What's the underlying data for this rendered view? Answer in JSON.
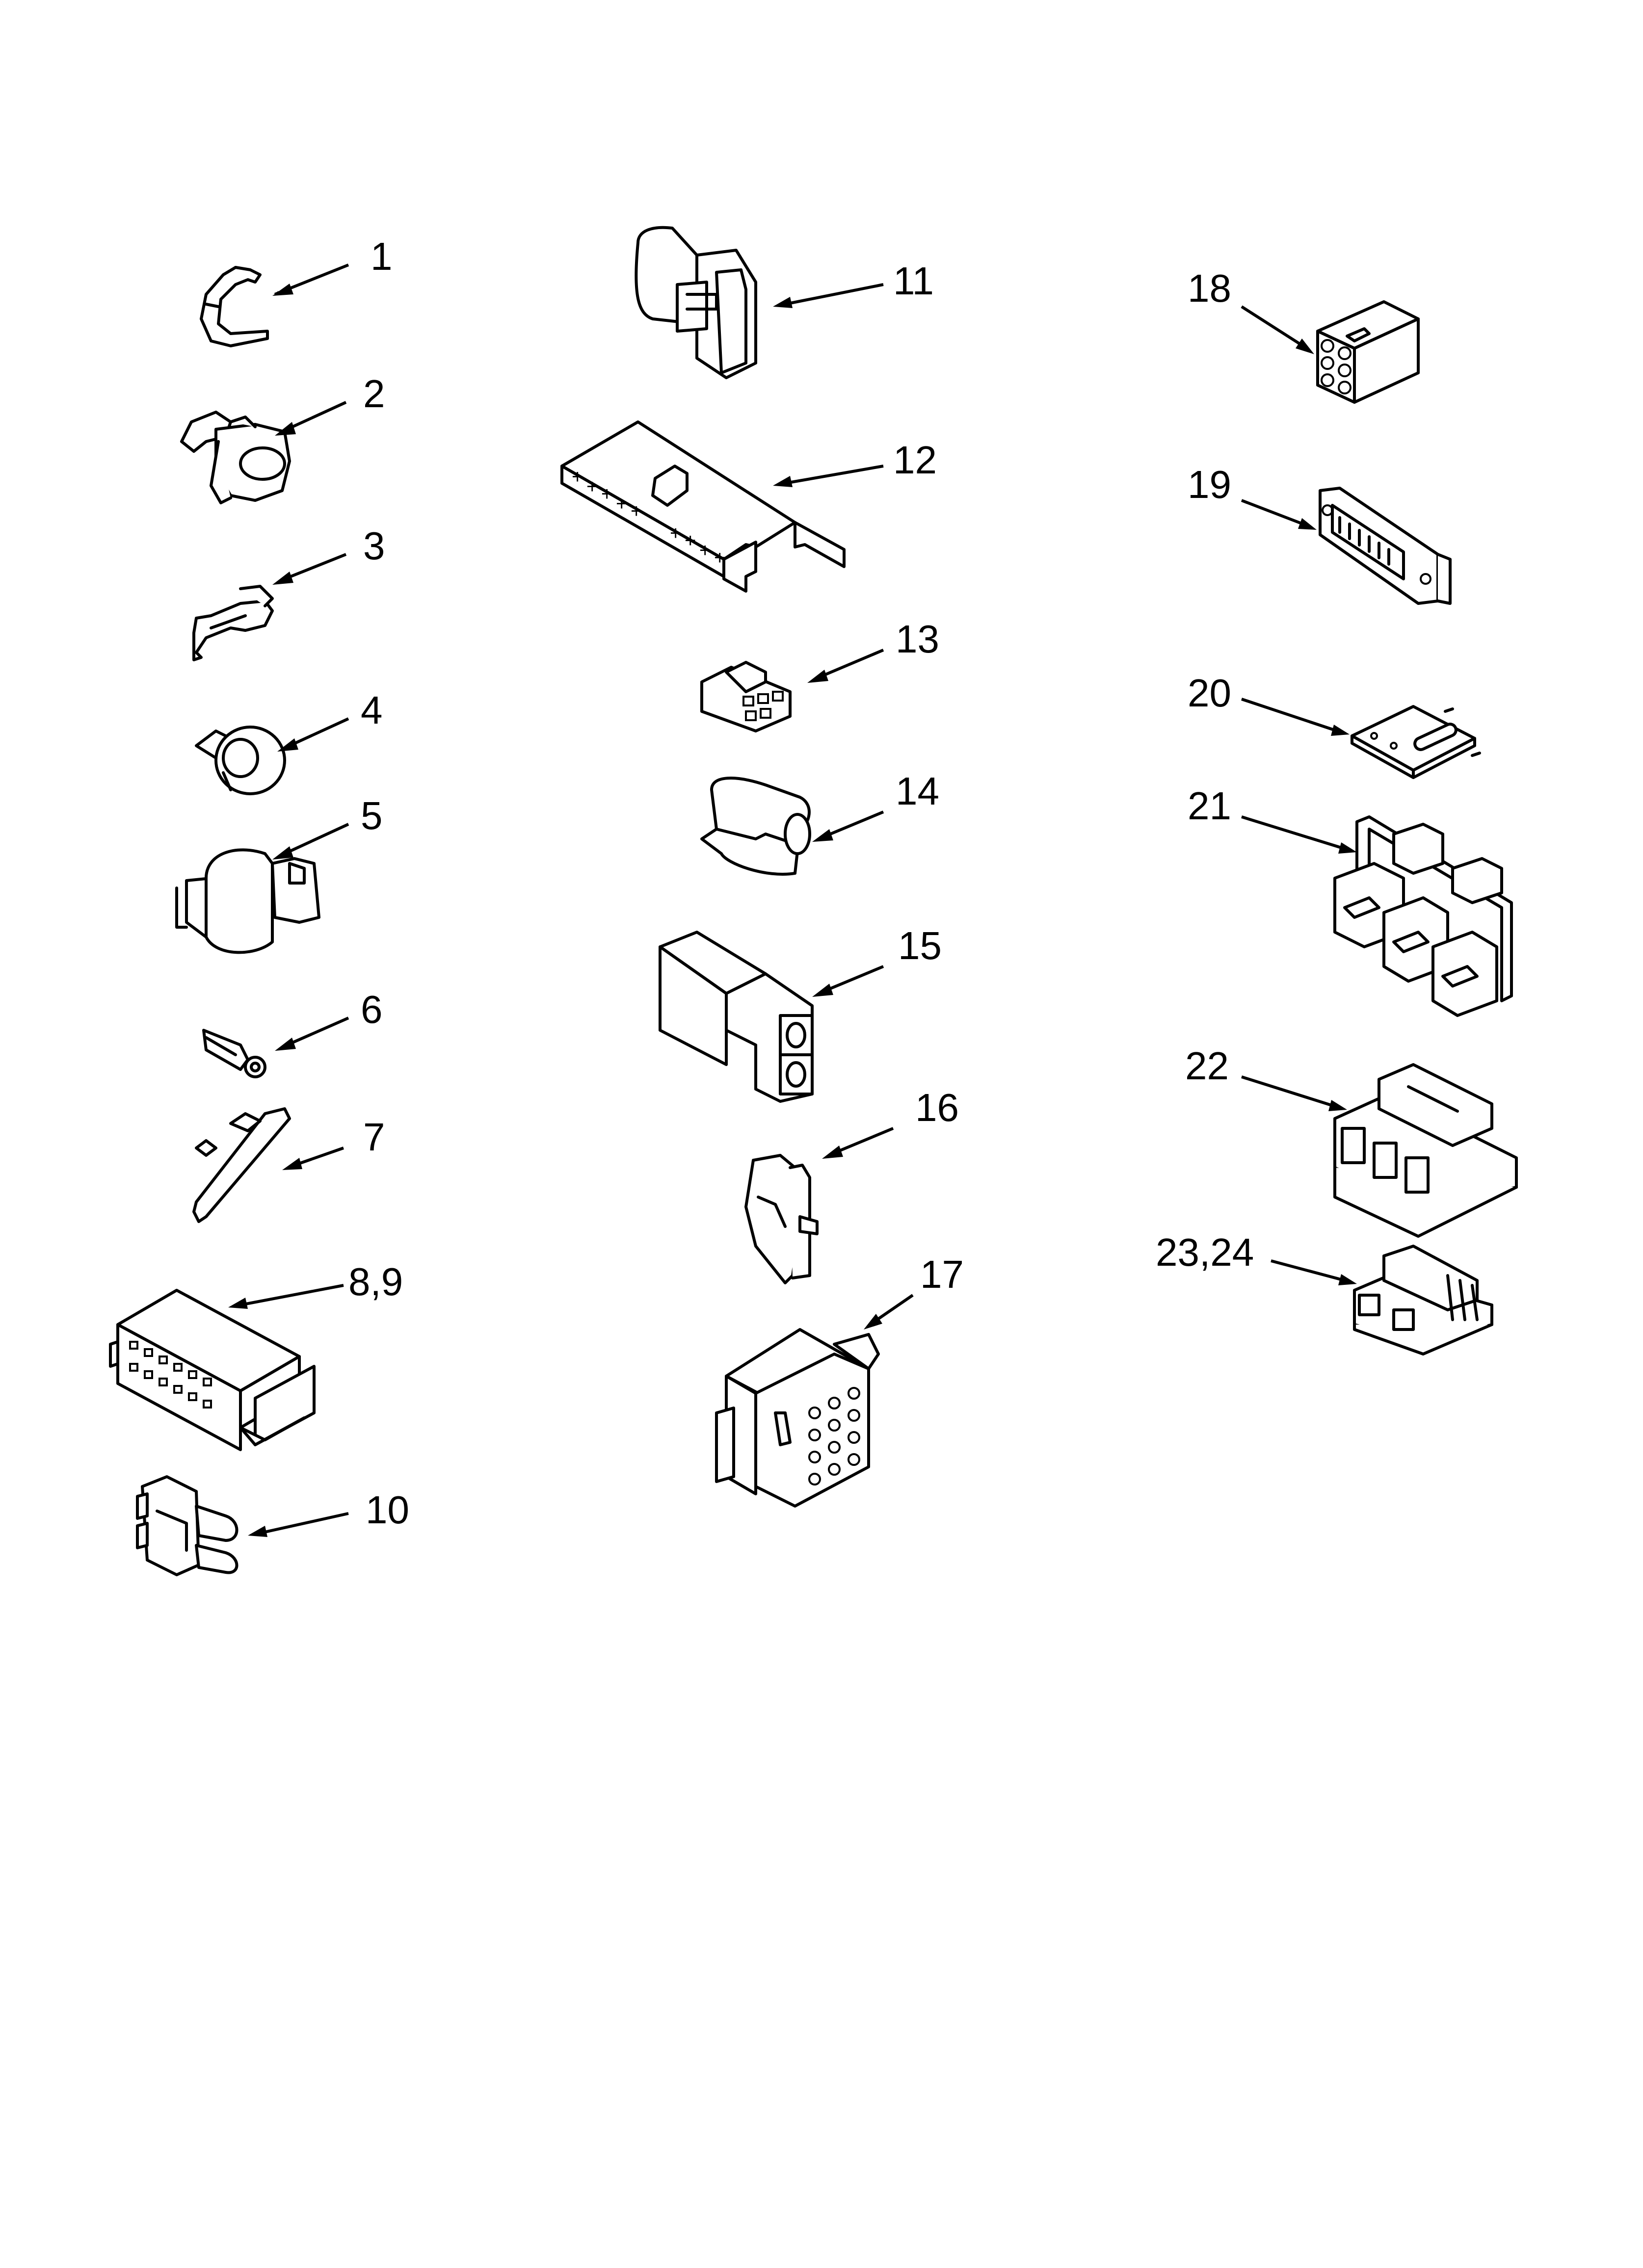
{
  "parts": [
    {
      "id": "part-1",
      "label": "1"
    },
    {
      "id": "part-2",
      "label": "2"
    },
    {
      "id": "part-3",
      "label": "3"
    },
    {
      "id": "part-4",
      "label": "4"
    },
    {
      "id": "part-5",
      "label": "5"
    },
    {
      "id": "part-6",
      "label": "6"
    },
    {
      "id": "part-7",
      "label": "7"
    },
    {
      "id": "part-8-9",
      "label": "8,9"
    },
    {
      "id": "part-10",
      "label": "10"
    },
    {
      "id": "part-11",
      "label": "11"
    },
    {
      "id": "part-12",
      "label": "12"
    },
    {
      "id": "part-13",
      "label": "13"
    },
    {
      "id": "part-14",
      "label": "14"
    },
    {
      "id": "part-15",
      "label": "15"
    },
    {
      "id": "part-16",
      "label": "16"
    },
    {
      "id": "part-17",
      "label": "17"
    },
    {
      "id": "part-18",
      "label": "18"
    },
    {
      "id": "part-19",
      "label": "19"
    },
    {
      "id": "part-20",
      "label": "20"
    },
    {
      "id": "part-21",
      "label": "21"
    },
    {
      "id": "part-22",
      "label": "22"
    },
    {
      "id": "part-23-24",
      "label": "23,24"
    }
  ]
}
